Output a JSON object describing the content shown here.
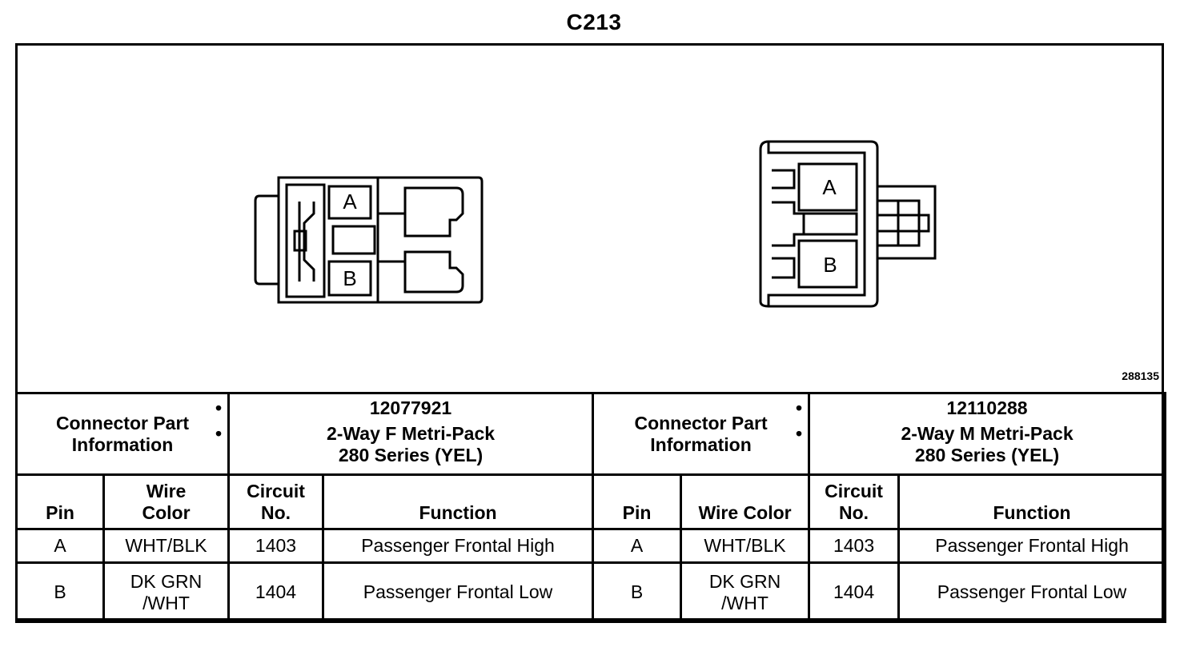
{
  "title": "C213",
  "figure_id": "288135",
  "left": {
    "connector_label": "Connector Part Information",
    "part_number": "12077921",
    "description_line1": "2-Way F Metri-Pack",
    "description_line2": "280 Series (YEL)",
    "pin_labels": [
      "A",
      "B"
    ]
  },
  "right": {
    "connector_label": "Connector Part Information",
    "part_number": "12110288",
    "description_line1": "2-Way M Metri-Pack",
    "description_line2": "280 Series (YEL)",
    "pin_labels": [
      "A",
      "B"
    ]
  },
  "columns": {
    "pin": "Pin",
    "wire_color_l1": "Wire",
    "wire_color_l2": "Color",
    "wire_color_single": "Wire Color",
    "circuit_l1": "Circuit",
    "circuit_l2": "No.",
    "function": "Function"
  },
  "rows": [
    {
      "pin": "A",
      "wire_l1": "WHT/BLK",
      "wire_l2": "",
      "circuit": "1403",
      "function": "Passenger Frontal High"
    },
    {
      "pin": "B",
      "wire_l1": "DK GRN",
      "wire_l2": "/WHT",
      "circuit": "1404",
      "function": "Passenger Frontal Low"
    }
  ]
}
